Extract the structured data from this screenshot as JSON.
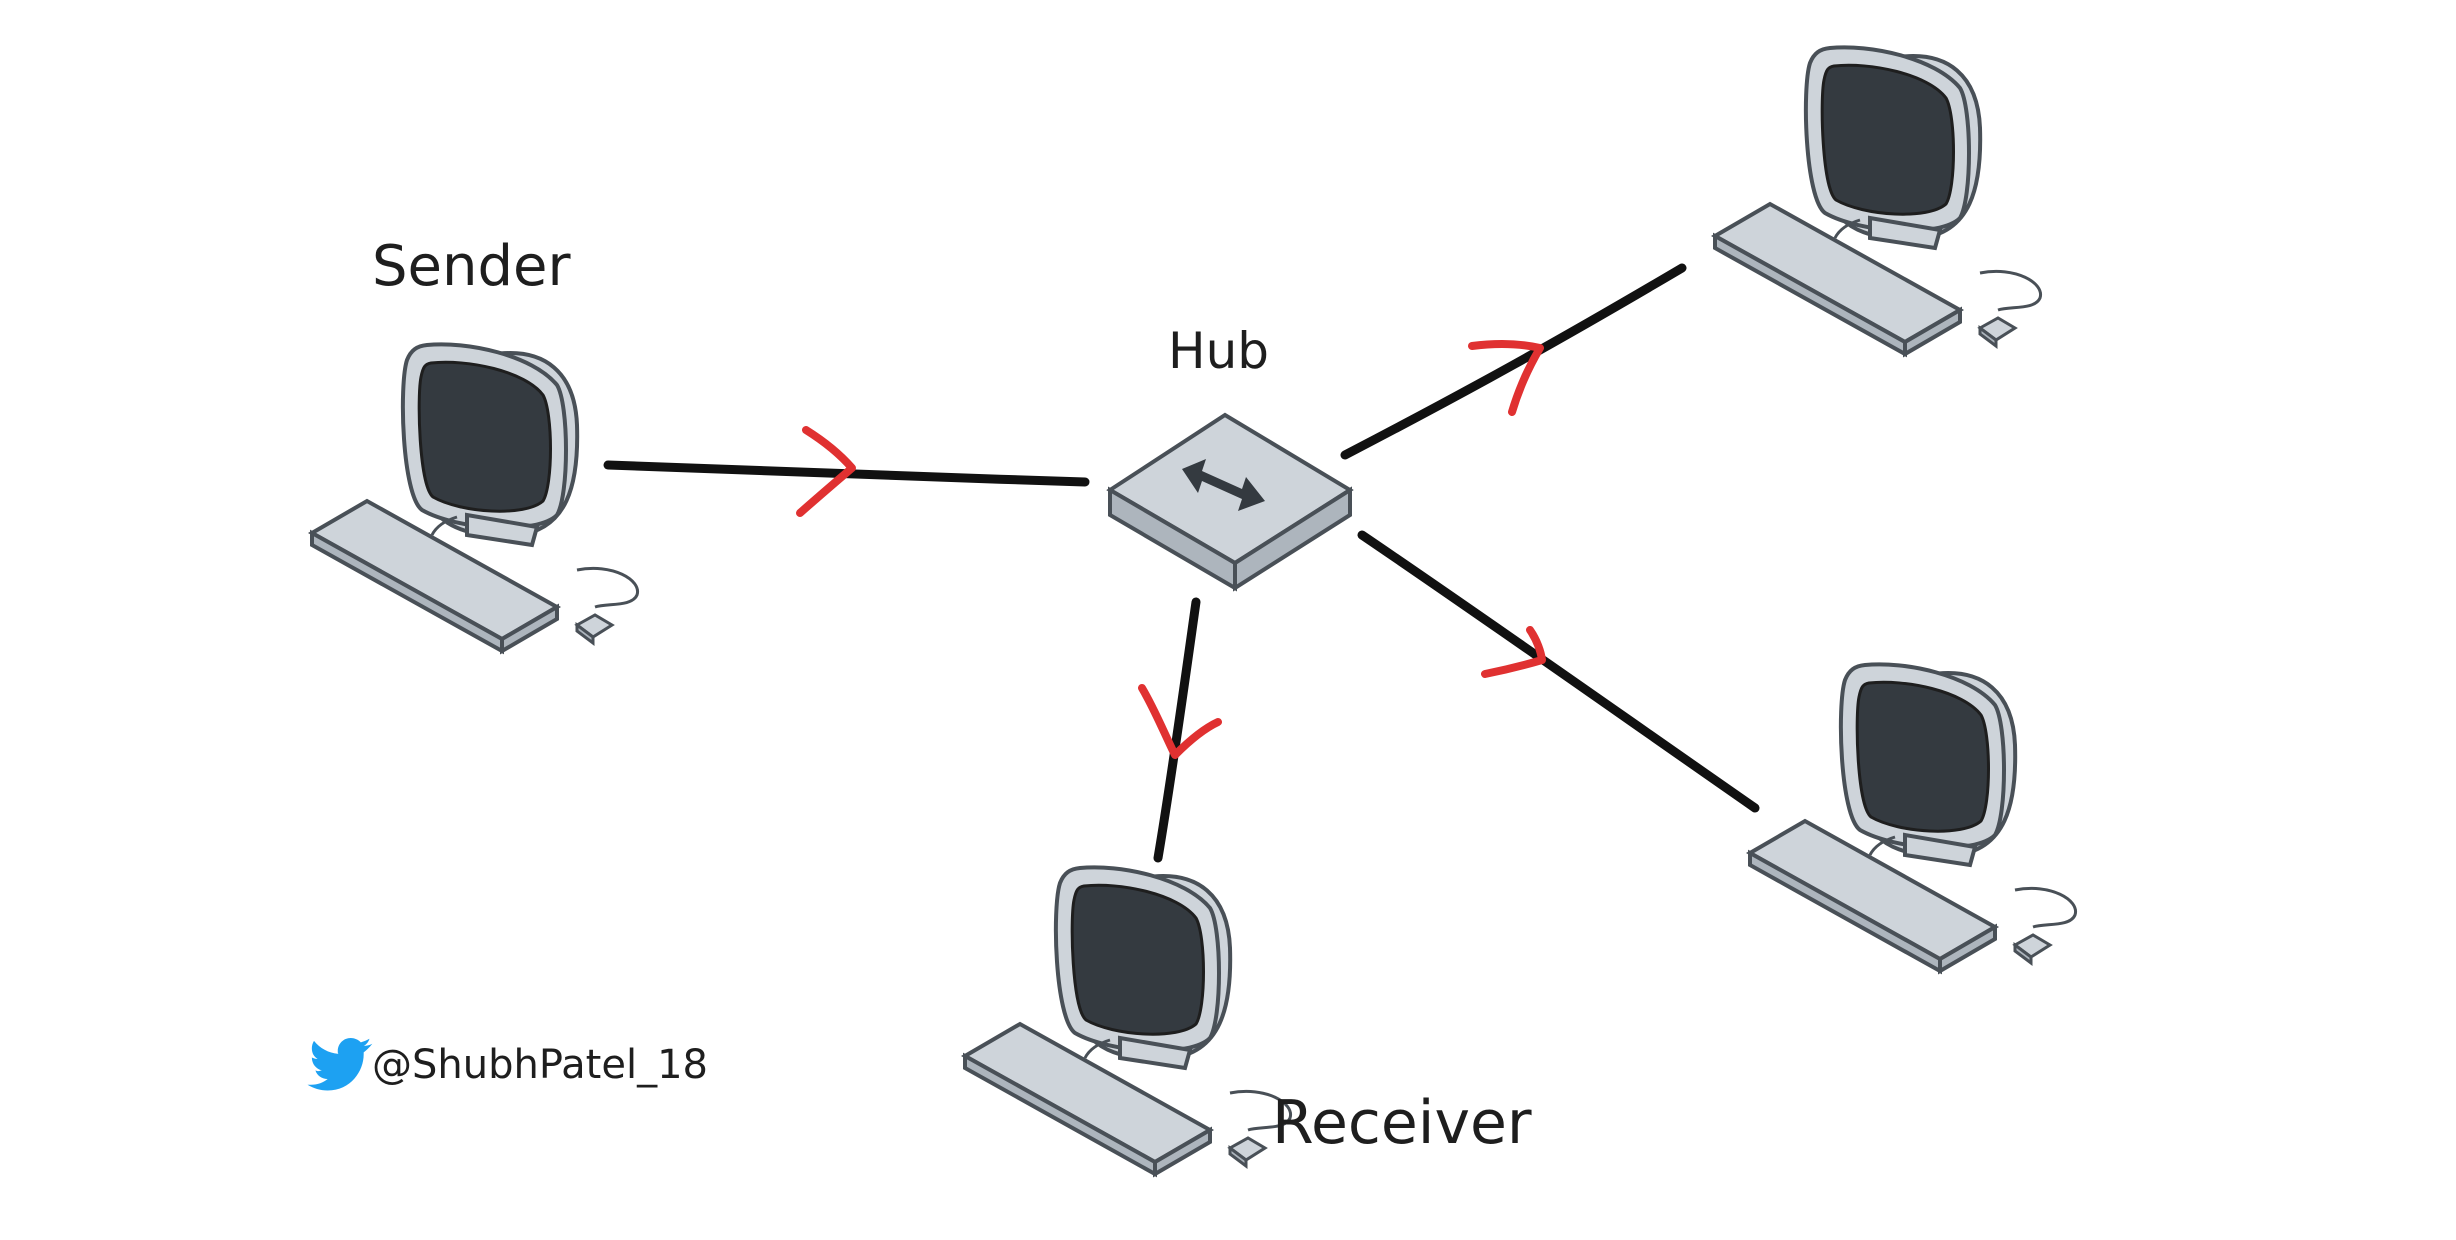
{
  "labels": {
    "sender": "Sender",
    "hub": "Hub",
    "receiver": "Receiver"
  },
  "credit": {
    "handle": "@ShubhPatel_18",
    "icon": "twitter-bird-icon"
  },
  "colors": {
    "line": "#111111",
    "arrow": "#e03131",
    "device_fill": "#ced4da",
    "device_stroke": "#495057",
    "screen": "#343a40",
    "twitter_blue": "#1da1f2"
  }
}
